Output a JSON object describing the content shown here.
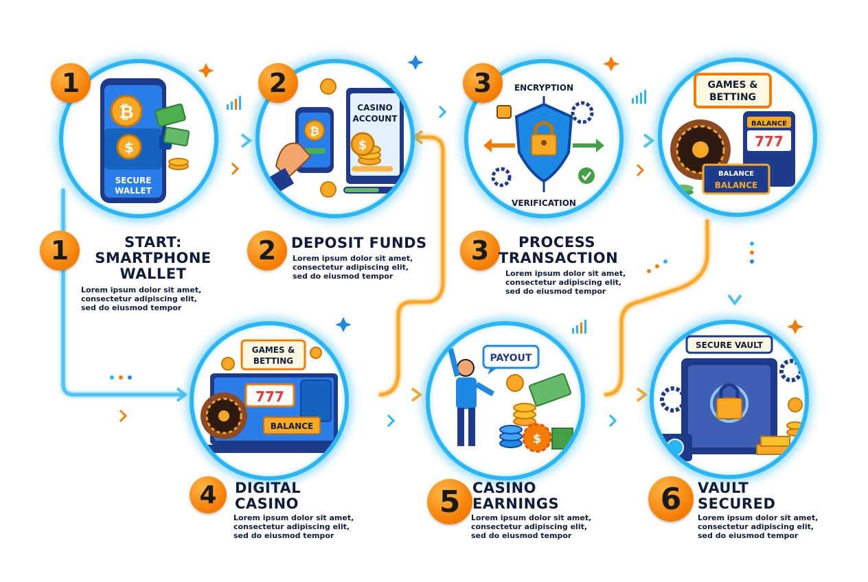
{
  "steps": [
    {
      "number": "1",
      "title_lines": [
        "START:",
        "SMARTPHONE",
        "WALLET"
      ],
      "desc_lines": [
        "Lorem ipsum dolor sit amet,",
        "consectetur adipiscing elit,",
        "sed do eiusmod tempor"
      ],
      "illustration_text": [
        "SECURE",
        "WALLET"
      ]
    },
    {
      "number": "2",
      "title_lines": [
        "DEPOSIT FUNDS"
      ],
      "desc_lines": [
        "Lorem ipsum dolor sit amet,",
        "consectetur adipiscing elit,",
        "sed do eiusmod tempor"
      ],
      "illustration_text": [
        "CASINO",
        "ACCOUNT"
      ]
    },
    {
      "number": "3",
      "title_lines": [
        "PROCESS",
        "TRANSACTION"
      ],
      "desc_lines": [
        "Lorem ipsum dolor sit amet,",
        "consectetur adipiscing elit,",
        "sed do eiusmod tempor"
      ],
      "illustration_text": [
        "ENCRYPTION",
        "VERIFICATION"
      ]
    },
    {
      "number": "4",
      "title_lines": [
        "DIGITAL",
        "CASINO"
      ],
      "desc_lines": [
        "Lorem ipsum dolor sit amet,",
        "consectetur adipiscing elit,",
        "sed do eiusmod tempor"
      ],
      "illustration_text": [
        "GAMES &",
        "BETTING",
        "777",
        "BALANCE"
      ]
    },
    {
      "number": "5",
      "title_lines": [
        "CASINO",
        "EARNINGS"
      ],
      "desc_lines": [
        "Lorem ipsum dolor sit amet,",
        "consectetur adipiscing elit,",
        "sed do eiusmod tempor"
      ],
      "illustration_text": [
        "PAYOUT"
      ]
    },
    {
      "number": "6",
      "title_lines": [
        "VAULT",
        "SECURED"
      ],
      "desc_lines": [
        "Lorem ipsum dolor sit amet,",
        "consectetur adipiscing elit,",
        "sed do eiusmod tempor"
      ],
      "illustration_text": [
        "SECURE VAULT"
      ]
    }
  ],
  "extra_panel": {
    "labels": [
      "GAMES &",
      "BETTING",
      "BALANCE",
      "777",
      "BALANCE",
      "BALANCE"
    ]
  },
  "colors": {
    "blue": "#29b6f6",
    "orange": "#f57c00",
    "navy": "#0f1d3a",
    "gold": "#f9a825",
    "green": "#43a047"
  }
}
